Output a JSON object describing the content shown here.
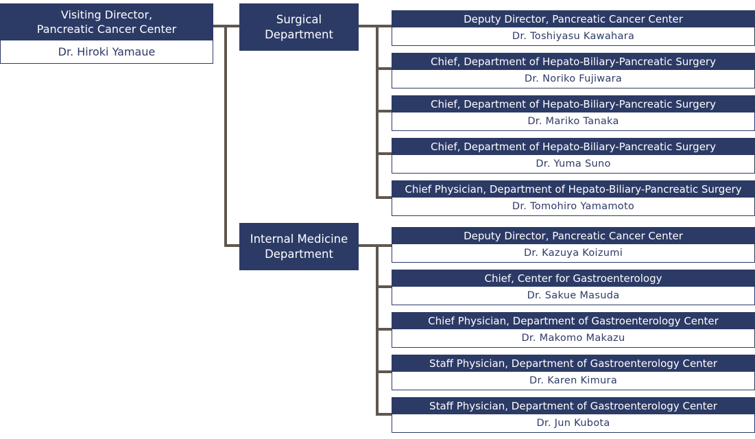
{
  "director": {
    "title_line1": "Visiting Director,",
    "title_line2": "Pancreatic Cancer Center",
    "name": "Dr. Hiroki Yamaue"
  },
  "departments": [
    {
      "title_line1": "Surgical",
      "title_line2": "Department",
      "staff": [
        {
          "title": "Deputy Director, Pancreatic Cancer Center",
          "name": "Dr. Toshiyasu Kawahara"
        },
        {
          "title": "Chief, Department of Hepato-Biliary-Pancreatic Surgery",
          "name": "Dr. Noriko Fujiwara"
        },
        {
          "title": "Chief, Department of Hepato-Biliary-Pancreatic Surgery",
          "name": "Dr. Mariko Tanaka"
        },
        {
          "title": "Chief, Department of Hepato-Biliary-Pancreatic Surgery",
          "name": "Dr. Yuma Suno"
        },
        {
          "title": "Chief Physician, Department of Hepato-Biliary-Pancreatic Surgery",
          "name": "Dr. Tomohiro Yamamoto"
        }
      ]
    },
    {
      "title_line1": "Internal Medicine",
      "title_line2": "Department",
      "staff": [
        {
          "title": "Deputy Director, Pancreatic Cancer Center",
          "name": "Dr. Kazuya Koizumi"
        },
        {
          "title": "Chief, Center for Gastroenterology",
          "name": "Dr. Sakue Masuda"
        },
        {
          "title": "Chief Physician, Department of Gastroenterology Center",
          "name": "Dr. Makomo Makazu"
        },
        {
          "title": "Staff Physician, Department of Gastroenterology Center",
          "name": "Dr. Karen Kimura"
        },
        {
          "title": "Staff Physician, Department of Gastroenterology Center",
          "name": "Dr. Jun Kubota"
        }
      ]
    }
  ],
  "colors": {
    "box_fill": "#2c3a66",
    "connector": "#5f574d",
    "name_text": "#2c3a66"
  }
}
